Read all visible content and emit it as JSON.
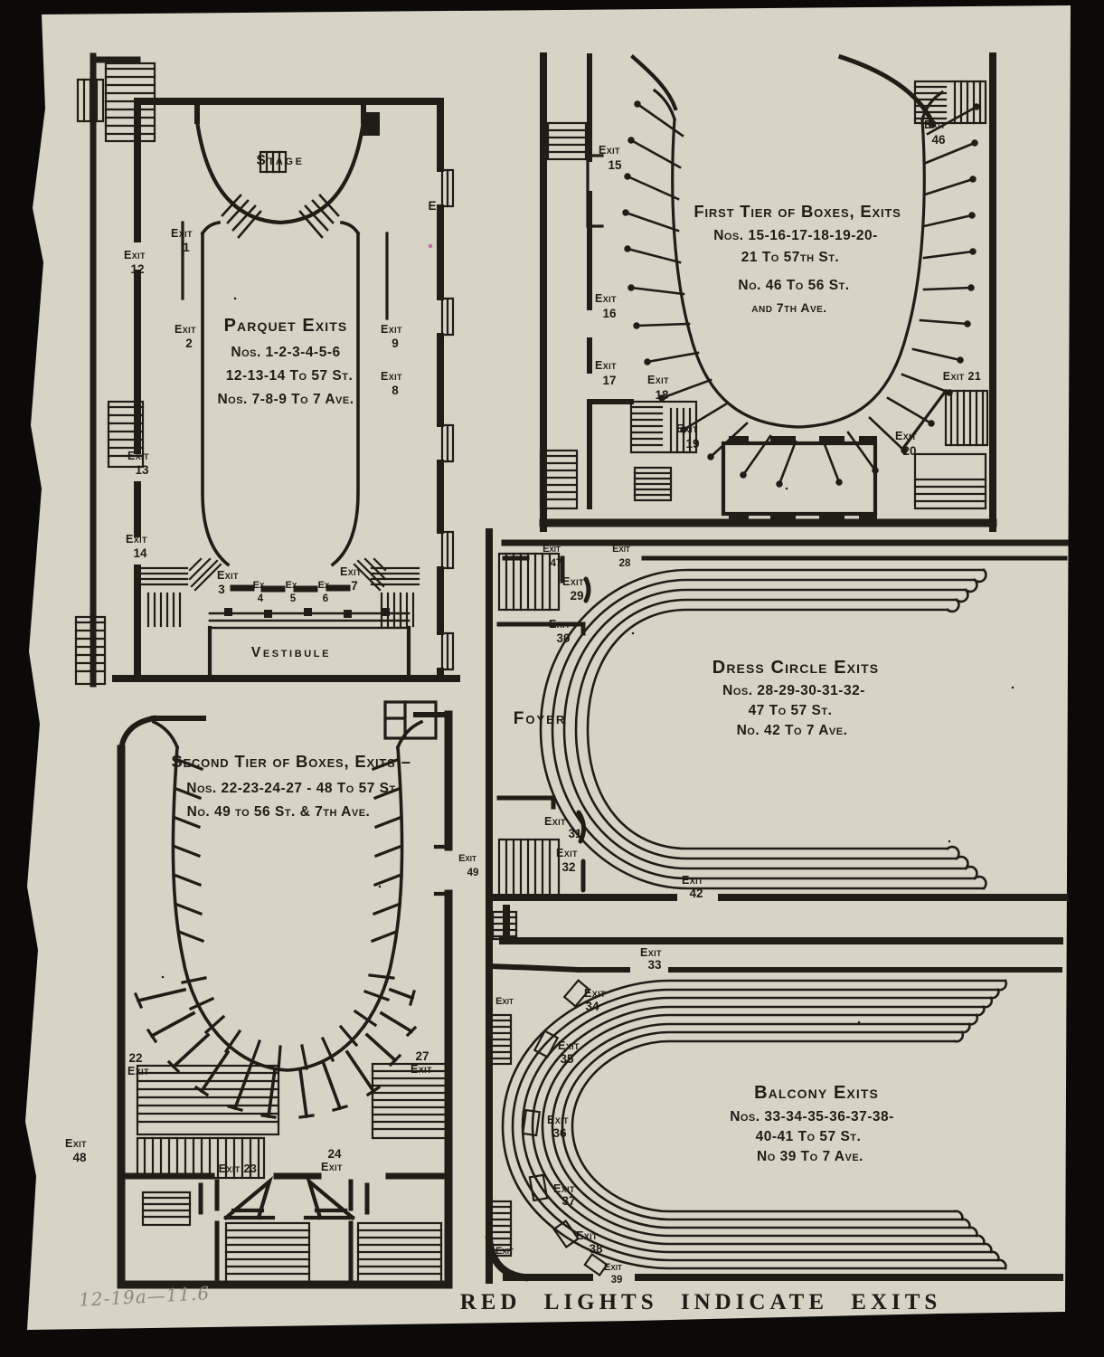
{
  "page": {
    "caption": "RED LIGHTS INDICATE EXITS",
    "handwritten_note": "12-19a—11.6",
    "paper_color": "#d8d4c5",
    "ink_color": "#201c16"
  },
  "parquet": {
    "stage": "Stage",
    "vestibule": "Vestibule",
    "mark": "E",
    "title": "Parquet Exits",
    "lines": [
      "Nos. 1-2-3-4-5-6",
      "12-13-14 To 57 St.",
      "Nos. 7-8-9 To 7 Ave."
    ],
    "exits": [
      {
        "w": "Exit",
        "n": "1"
      },
      {
        "w": "Exit",
        "n": "12"
      },
      {
        "w": "Exit",
        "n": "2"
      },
      {
        "w": "Exit",
        "n": "9"
      },
      {
        "w": "Exit",
        "n": "8"
      },
      {
        "w": "Exit",
        "n": "13"
      },
      {
        "w": "Exit",
        "n": "14"
      },
      {
        "w": "Exit",
        "n": "3"
      },
      {
        "w": "Ex",
        "n": "4"
      },
      {
        "w": "Ex",
        "n": "5"
      },
      {
        "w": "Ex",
        "n": "6"
      },
      {
        "w": "Exit",
        "n": "7"
      }
    ]
  },
  "first_tier": {
    "title": "First Tier of Boxes, Exits",
    "lines": [
      "Nos. 15-16-17-18-19-20-",
      "21 To 57th St.",
      "No. 46 To 56 St.",
      "and 7th Ave."
    ],
    "exits": [
      {
        "w": "Exit",
        "n": "15"
      },
      {
        "w": "Exit",
        "n": "16"
      },
      {
        "w": "Exit",
        "n": "17"
      },
      {
        "w": "Exit",
        "n": "18"
      },
      {
        "w": "Exit",
        "n": "19"
      },
      {
        "w": "Exit",
        "n": "46"
      },
      {
        "w": "Exit 21",
        "n": ""
      },
      {
        "w": "Exit",
        "n": "20"
      }
    ]
  },
  "dress_circle": {
    "foyer": "Foyer",
    "title": "Dress Circle Exits",
    "lines": [
      "Nos. 28-29-30-31-32-",
      "47 To 57 St.",
      "No. 42 To 7 Ave."
    ],
    "exits": [
      {
        "w": "Exit",
        "n": "47"
      },
      {
        "w": "Exit",
        "n": "28"
      },
      {
        "w": "Exit",
        "n": "29"
      },
      {
        "w": "Exit",
        "n": "30"
      },
      {
        "w": "Exit",
        "n": "31"
      },
      {
        "w": "Exit",
        "n": "32"
      },
      {
        "w": "Exit",
        "n": "42"
      }
    ]
  },
  "balcony": {
    "title": "Balcony Exits",
    "lines": [
      "Nos. 33-34-35-36-37-38-",
      "40-41 To 57 St.",
      "No 39 To 7 Ave."
    ],
    "exits": [
      {
        "w": "Exit",
        "n": "33"
      },
      {
        "w": "Exit",
        "n": ""
      },
      {
        "w": "Exit",
        "n": "34"
      },
      {
        "w": "Exit",
        "n": "35"
      },
      {
        "w": "Exit",
        "n": "36"
      },
      {
        "w": "Exit",
        "n": "37"
      },
      {
        "w": "Exit",
        "n": "38"
      },
      {
        "w": "Exit",
        "n": "39"
      },
      {
        "w": "Exit",
        "n": ""
      }
    ]
  },
  "second_tier": {
    "title": "Second Tier of Boxes, Exits –",
    "lines": [
      "Nos. 22-23-24-27 - 48 To 57 St",
      "No. 49 to 56 St. & 7th Ave."
    ],
    "exits": [
      {
        "w": "Exit",
        "n": "49"
      },
      {
        "w": "Exit",
        "n": "22"
      },
      {
        "w": "Exit",
        "n": "27"
      },
      {
        "w": "Exit",
        "n": "48"
      },
      {
        "w": "Exit 23",
        "n": ""
      },
      {
        "w": "Exit",
        "n": "24"
      }
    ]
  }
}
